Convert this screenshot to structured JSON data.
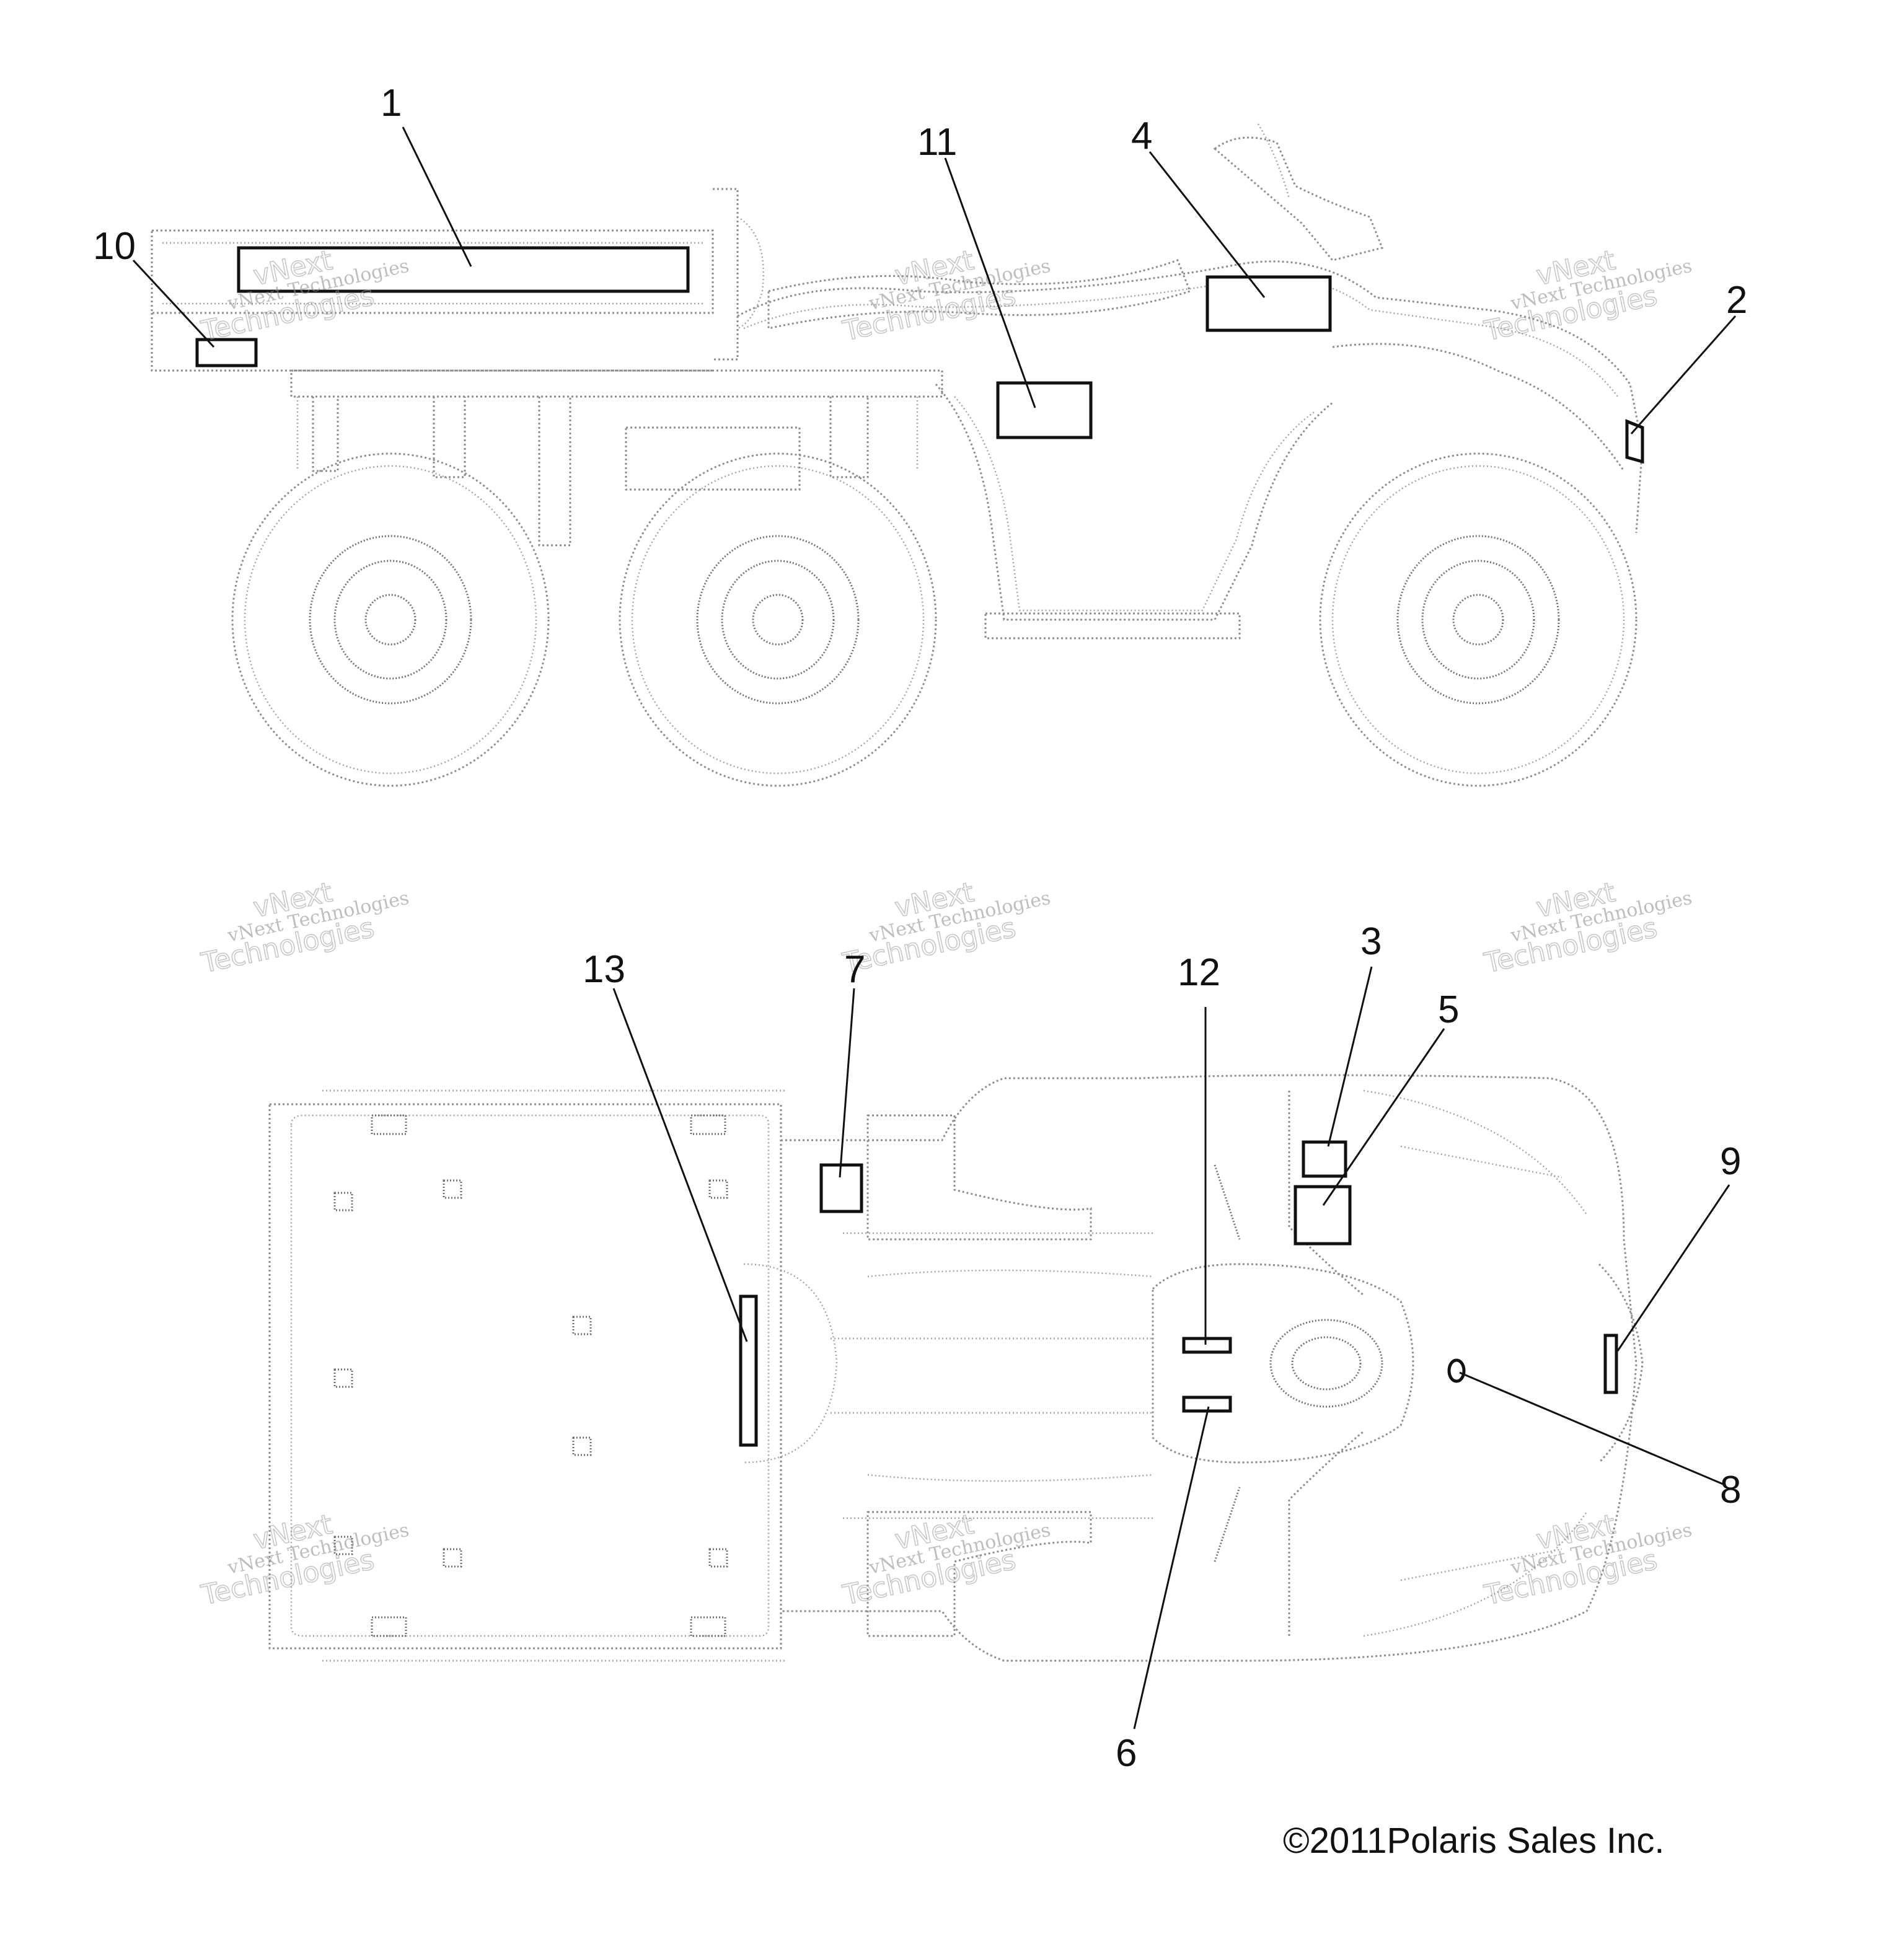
{
  "callouts": [
    {
      "id": "1",
      "label": "1"
    },
    {
      "id": "2",
      "label": "2"
    },
    {
      "id": "3",
      "label": "3"
    },
    {
      "id": "4",
      "label": "4"
    },
    {
      "id": "5",
      "label": "5"
    },
    {
      "id": "6",
      "label": "6"
    },
    {
      "id": "7",
      "label": "7"
    },
    {
      "id": "8",
      "label": "8"
    },
    {
      "id": "9",
      "label": "9"
    },
    {
      "id": "10",
      "label": "10"
    },
    {
      "id": "11",
      "label": "11"
    },
    {
      "id": "12",
      "label": "12"
    },
    {
      "id": "13",
      "label": "13"
    }
  ],
  "watermark": {
    "line1": "vNext Technologies",
    "line2": "vNext",
    "line3": "Technologies"
  },
  "copyright": "©2011Polaris Sales Inc."
}
